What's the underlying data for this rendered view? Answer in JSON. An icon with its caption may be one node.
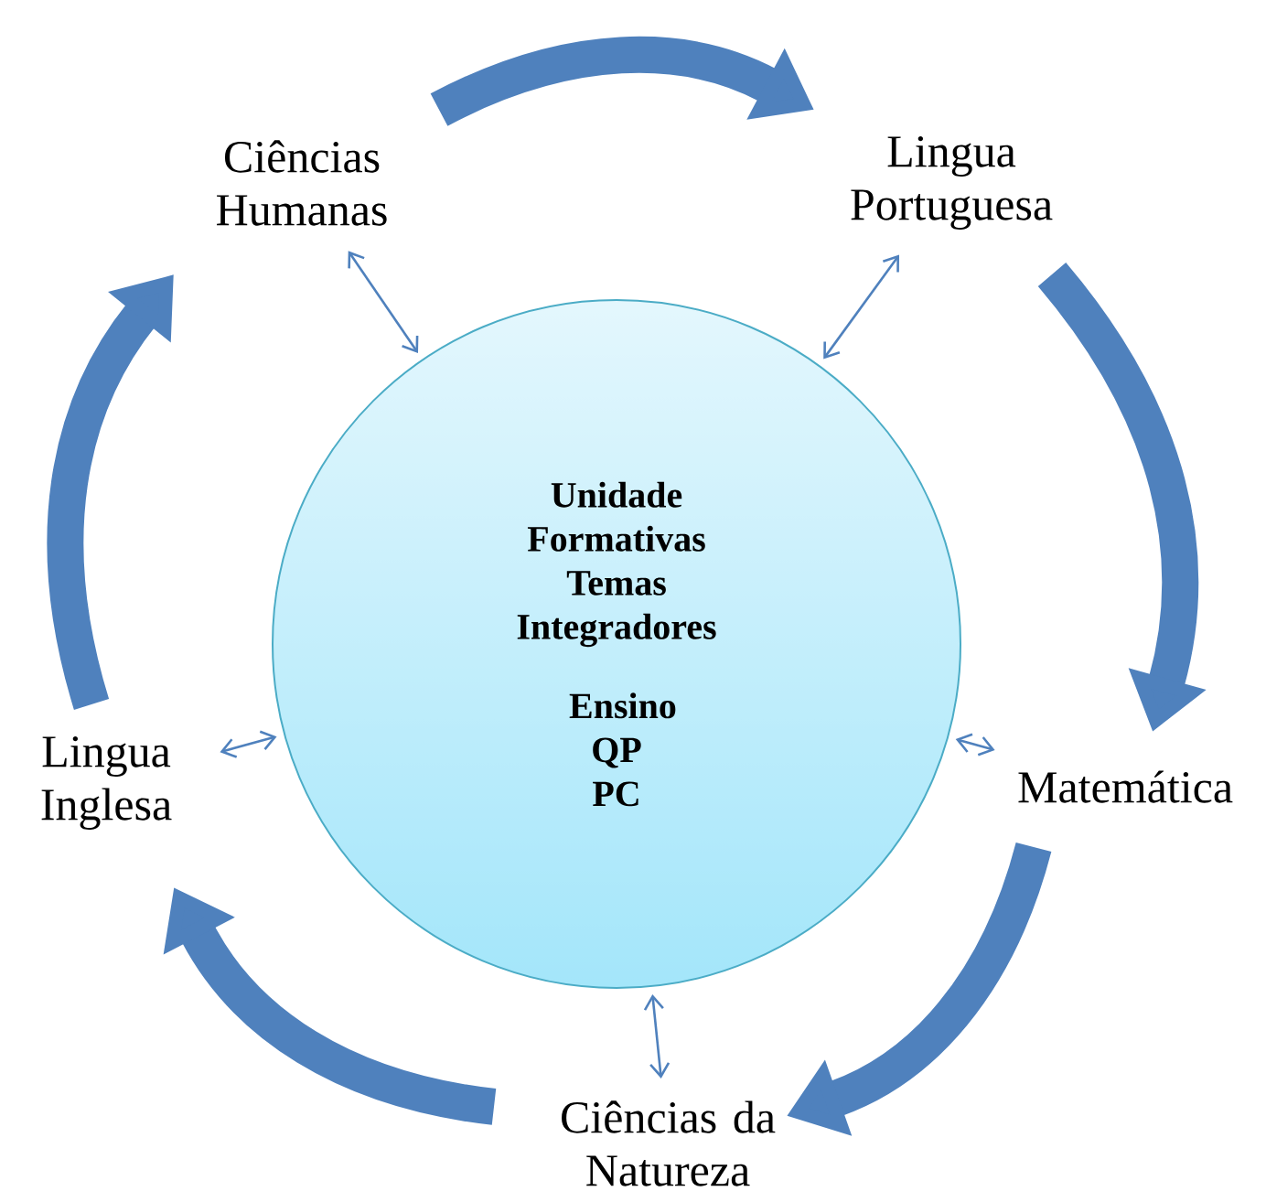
{
  "diagram": {
    "nodes": [
      {
        "text": [
          "Unidade Formativas Temas Integradores",
          "Ensino QP PC"
        ]
      },
      {
        "text": [
          "Ciências Humanas"
        ]
      },
      {
        "text": [
          "Lingua Portuguesa"
        ]
      },
      {
        "text": [
          "Matemática"
        ]
      },
      {
        "text": [
          "Ciências da Natureza"
        ]
      },
      {
        "text": [
          "Lingua Inglesa"
        ]
      }
    ],
    "edges": [
      {
        "from": 1,
        "to": 2,
        "arrow": "to",
        "style": "thick"
      },
      {
        "from": 2,
        "to": 3,
        "arrow": "to",
        "style": "thick"
      },
      {
        "from": 3,
        "to": 4,
        "arrow": "to",
        "style": "thick"
      },
      {
        "from": 4,
        "to": 5,
        "arrow": "to",
        "style": "thick"
      },
      {
        "from": 5,
        "to": 1,
        "arrow": "to",
        "style": "thick"
      },
      {
        "from": 1,
        "to": 0,
        "arrow": "both"
      },
      {
        "from": 2,
        "to": 0,
        "arrow": "both"
      },
      {
        "from": 3,
        "to": 0,
        "arrow": "both"
      },
      {
        "from": 4,
        "to": 0,
        "arrow": "both"
      },
      {
        "from": 5,
        "to": 0,
        "arrow": "both"
      }
    ]
  }
}
